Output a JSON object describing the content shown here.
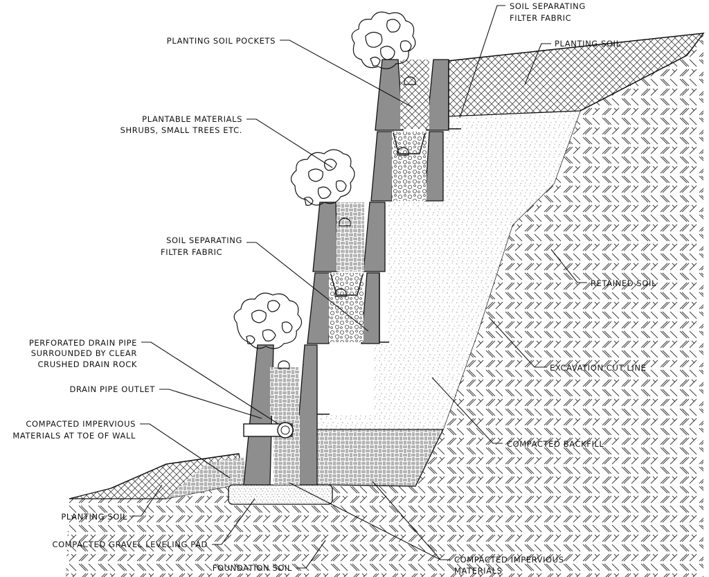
{
  "labels": {
    "soil_fabric_top": [
      "SOIL SEPARATING",
      "FILTER FABRIC"
    ],
    "planting_soil_top": "PLANTING SOIL",
    "planting_soil_pockets": "PLANTING SOIL POCKETS",
    "plantable_materials": [
      "PLANTABLE MATERIALS",
      "SHRUBS, SMALL TREES ETC."
    ],
    "soil_fabric_mid": [
      "SOIL SEPARATING",
      "FILTER FABRIC"
    ],
    "retained_soil": "RETAINED SOIL",
    "excavation_cut_line": "EXCAVATION CUT LINE",
    "perforated_drain_pipe": [
      "PERFORATED DRAIN PIPE",
      "SURROUNDED BY CLEAR",
      "CRUSHED DRAIN ROCK"
    ],
    "drain_pipe_outlet": "DRAIN PIPE OUTLET",
    "compacted_impervious_toe": [
      "COMPACTED IMPERVIOUS",
      "MATERIALS AT TOE OF WALL"
    ],
    "compacted_backfill": "COMPACTED BACKFILL",
    "planting_soil_bottom": "PLANTING SOIL",
    "gravel_leveling_pad": "COMPACTED GRAVEL LEVELING PAD",
    "foundation_soil": "FOUNDATION SOIL",
    "compacted_impervious_bottom": [
      "COMPACTED IMPERVIOUS",
      "MATERIALS"
    ]
  }
}
